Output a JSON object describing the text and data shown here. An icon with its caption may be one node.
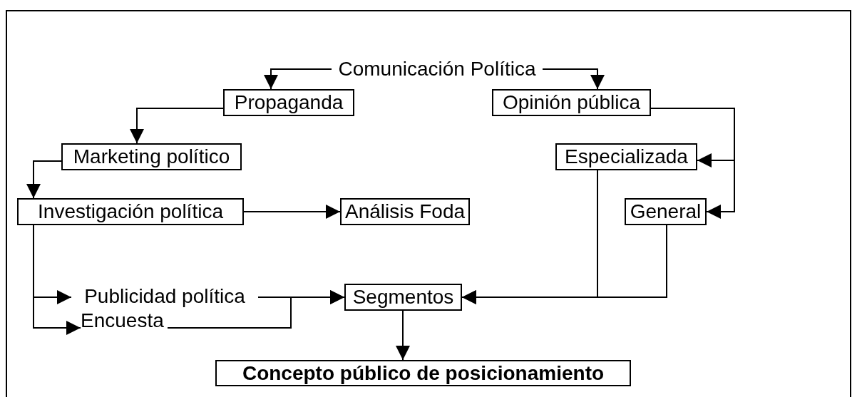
{
  "diagram": {
    "nodes": [
      {
        "text": [
          "Comunicación Política"
        ]
      },
      {
        "text": [
          "Propaganda"
        ]
      },
      {
        "text": [
          "Opinión pública"
        ]
      },
      {
        "text": [
          "Marketing político"
        ]
      },
      {
        "text": [
          "Investigación política"
        ]
      },
      {
        "text": [
          "Análisis Foda"
        ]
      },
      {
        "text": [
          "Especializada"
        ]
      },
      {
        "text": [
          "General"
        ]
      },
      {
        "text": [
          "Publicidad política"
        ]
      },
      {
        "text": [
          "Encuesta"
        ]
      },
      {
        "text": [
          "Segmentos"
        ]
      },
      {
        "text": [
          "Concepto público de posicionamiento"
        ]
      }
    ],
    "edges": [
      {
        "from": 0,
        "to": 1,
        "arrow": "to"
      },
      {
        "from": 0,
        "to": 2,
        "arrow": "to"
      },
      {
        "from": 1,
        "to": 3,
        "arrow": "to"
      },
      {
        "from": 3,
        "to": 4,
        "arrow": "to"
      },
      {
        "from": 4,
        "to": 5,
        "arrow": "to"
      },
      {
        "from": 2,
        "to": 6,
        "arrow": "to"
      },
      {
        "from": 2,
        "to": 7,
        "arrow": "to"
      },
      {
        "from": 4,
        "to": 8,
        "arrow": "to"
      },
      {
        "from": 4,
        "to": 9,
        "arrow": "to"
      },
      {
        "from": 8,
        "to": 10,
        "arrow": "to"
      },
      {
        "from": 9,
        "to": 10,
        "arrow": "to"
      },
      {
        "from": 6,
        "to": 10,
        "arrow": "to"
      },
      {
        "from": 7,
        "to": 10,
        "arrow": "to"
      },
      {
        "from": 10,
        "to": 11,
        "arrow": "to"
      }
    ]
  }
}
